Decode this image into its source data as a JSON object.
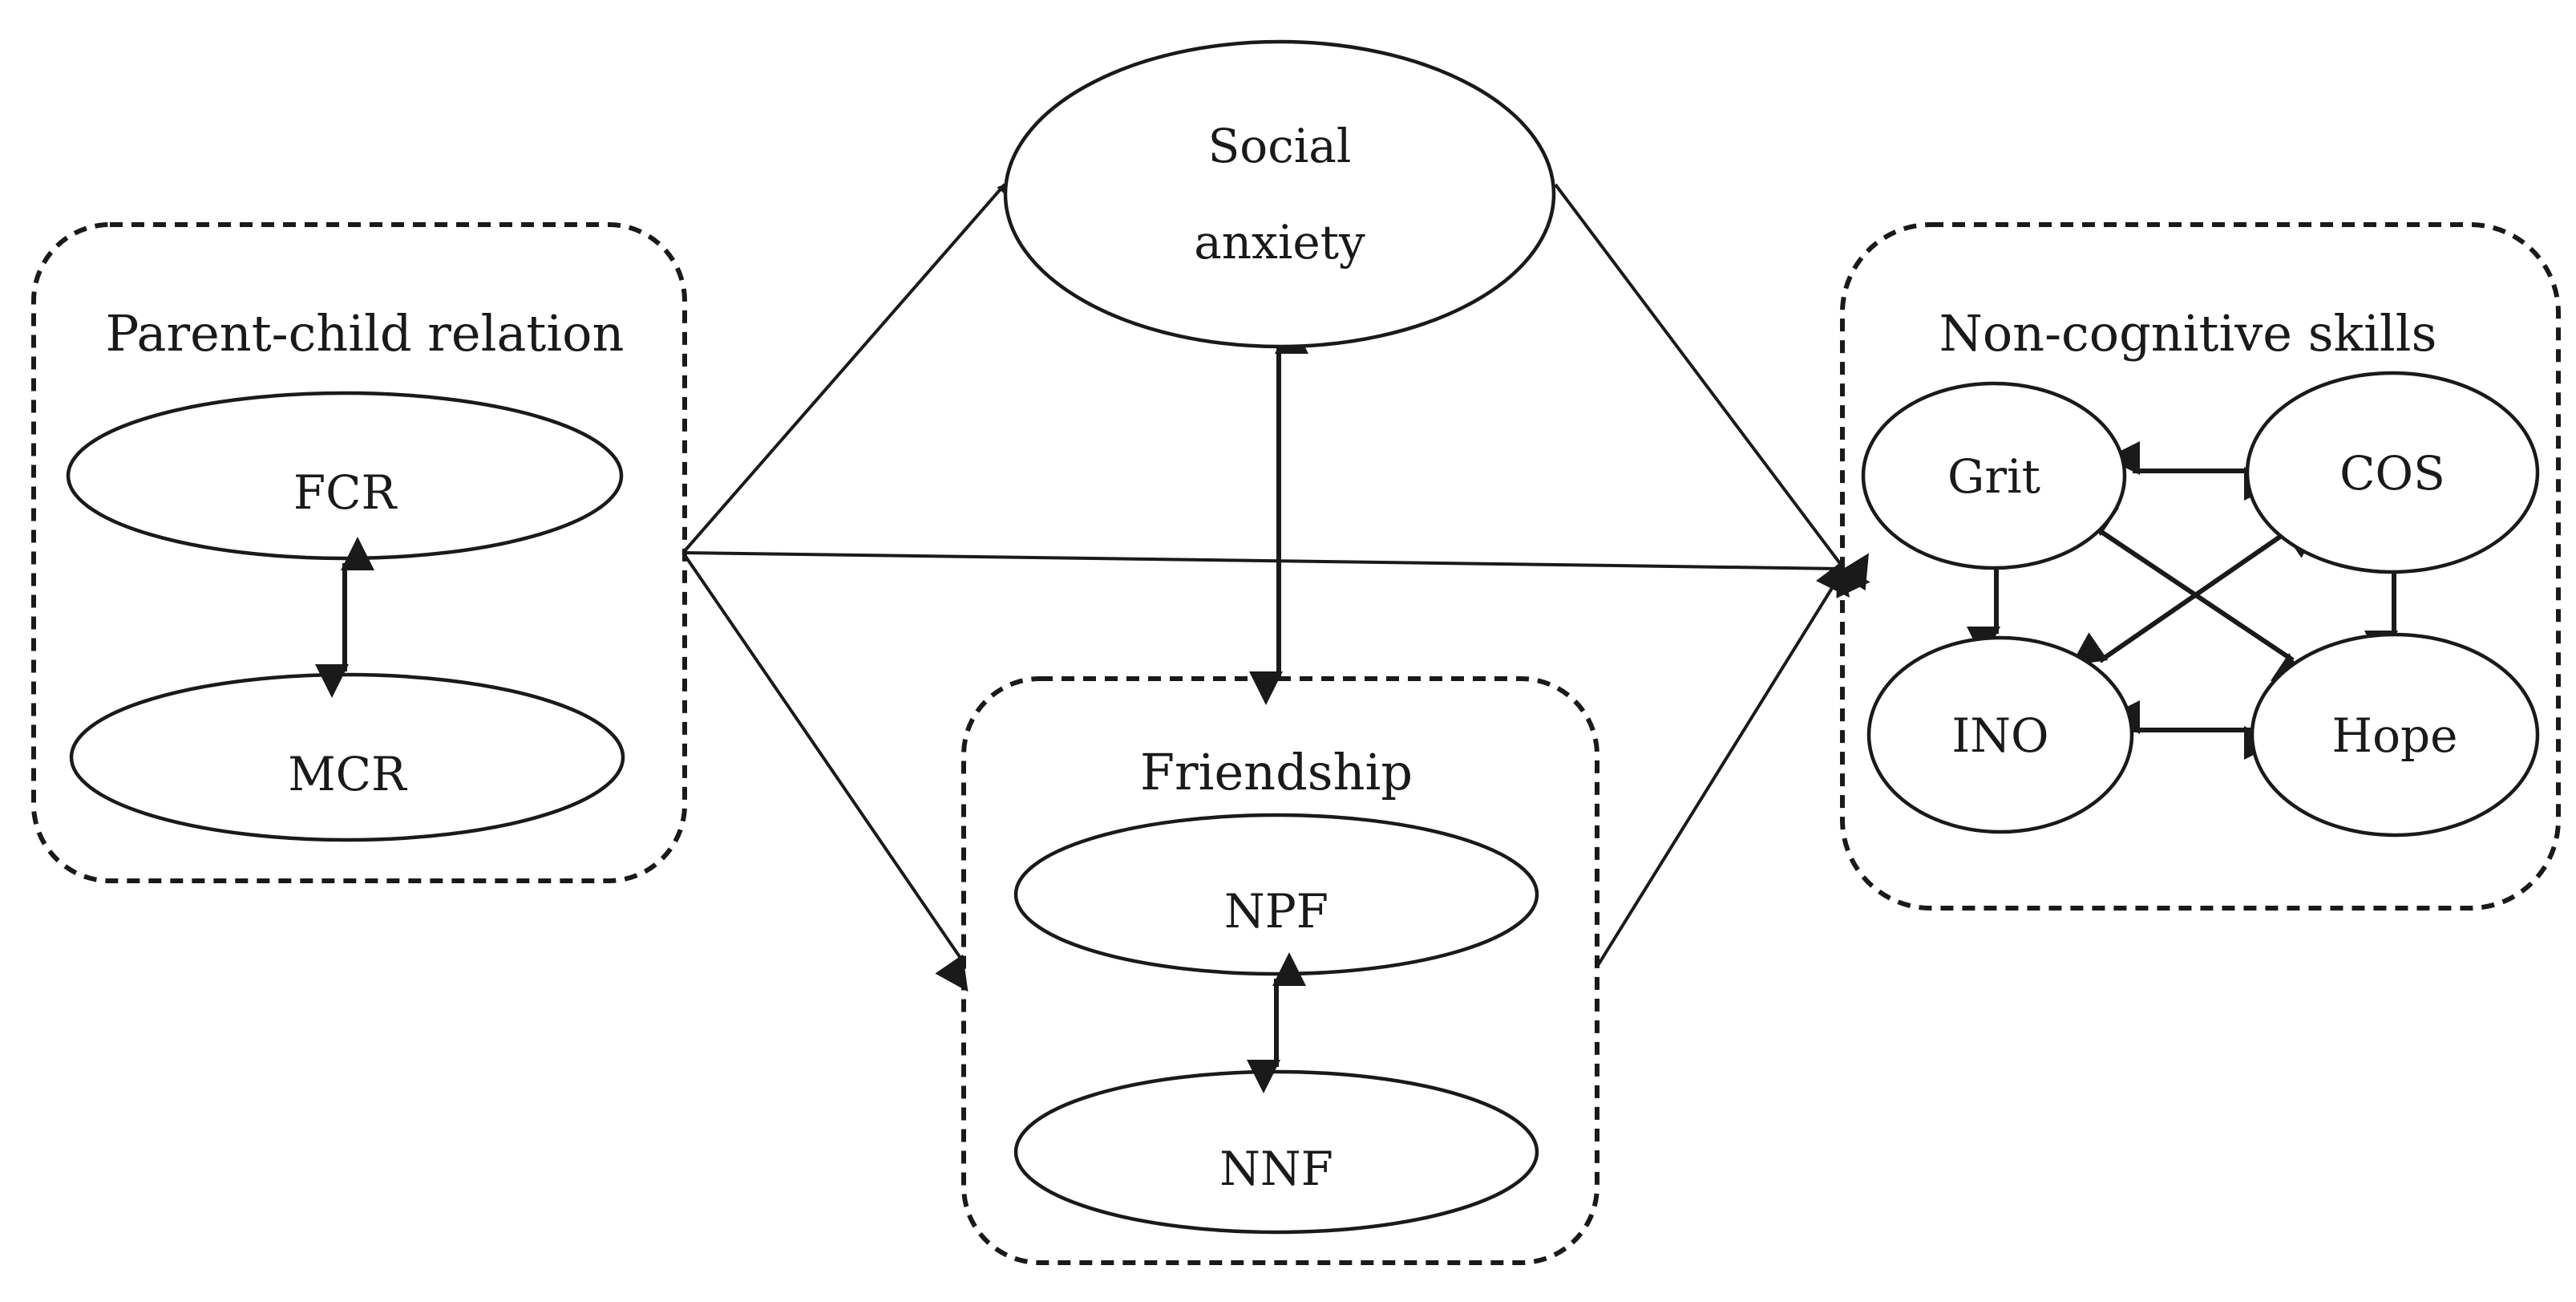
{
  "diagram": {
    "groups": {
      "parent_child": {
        "title": "Parent-child relation",
        "nodes": {
          "fcr": "FCR",
          "mcr": "MCR"
        }
      },
      "friendship": {
        "title": "Friendship",
        "nodes": {
          "npf": "NPF",
          "nnf": "NNF"
        }
      },
      "non_cognitive": {
        "title": "Non-cognitive skills",
        "nodes": {
          "grit": "Grit",
          "cos": "COS",
          "ino": "INO",
          "hope": "Hope"
        }
      }
    },
    "social_anxiety": {
      "line1": "Social",
      "line2": "anxiety"
    },
    "paths": [
      {
        "from": "Parent-child relation",
        "to": "Social anxiety",
        "type": "directed"
      },
      {
        "from": "Parent-child relation",
        "to": "Non-cognitive skills",
        "type": "directed"
      },
      {
        "from": "Parent-child relation",
        "to": "Friendship",
        "type": "directed"
      },
      {
        "from": "Social anxiety",
        "to": "Non-cognitive skills",
        "type": "directed"
      },
      {
        "from": "Friendship",
        "to": "Non-cognitive skills",
        "type": "directed"
      },
      {
        "from": "Social anxiety",
        "to": "Friendship",
        "type": "bidirectional"
      },
      {
        "from": "FCR",
        "to": "MCR",
        "type": "bidirectional"
      },
      {
        "from": "NPF",
        "to": "NNF",
        "type": "bidirectional"
      },
      {
        "from": "Grit",
        "to": "COS",
        "type": "bidirectional"
      },
      {
        "from": "INO",
        "to": "Hope",
        "type": "bidirectional"
      },
      {
        "from": "Grit",
        "to": "INO",
        "type": "bidirectional"
      },
      {
        "from": "COS",
        "to": "Hope",
        "type": "bidirectional"
      },
      {
        "from": "Grit",
        "to": "Hope",
        "type": "bidirectional"
      },
      {
        "from": "COS",
        "to": "INO",
        "type": "bidirectional"
      }
    ]
  }
}
